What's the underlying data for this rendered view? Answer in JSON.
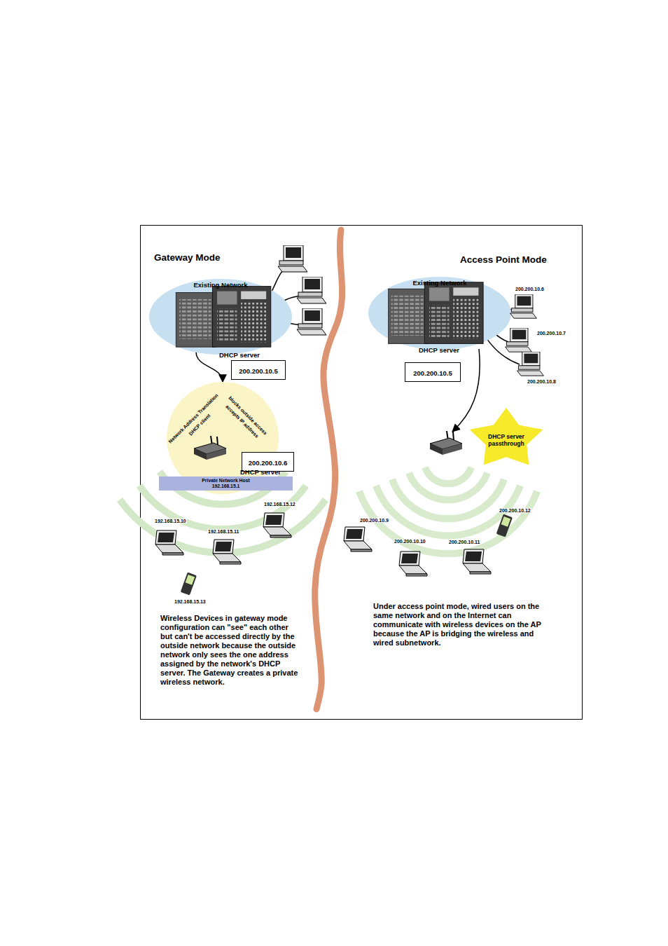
{
  "diagram": {
    "nodes": [
      {
        "text": [
          "Existing Network"
        ]
      },
      {
        "text": [
          "200.200.10.5"
        ]
      },
      {
        "text": [
          "Network Address Translation",
          "DHCP client",
          "blocks outside access",
          "accepts IP address"
        ]
      },
      {
        "text": [
          "200.200.10.6"
        ]
      },
      {
        "text": [
          "Private Network Host",
          "192.168.15.1"
        ]
      },
      {
        "text": [
          "Existing Network"
        ]
      },
      {
        "text": [
          "200.200.10.5"
        ]
      },
      {
        "text": [
          "DHCP server passthrough"
        ]
      }
    ],
    "edges": [
      {
        "from": 0,
        "to": 2,
        "arrow": "to"
      }
    ],
    "labels": [
      "Gateway Mode",
      "DHCP server",
      "DHCP server",
      "192.168.15.12",
      "192.168.15.10",
      "192.168.15.11",
      "192.168.15.13",
      "Wireless Devices in gateway mode configuration can \"see\" each other but can't be accessed directly by the outside network because the outside network only sees the one address assigned by the network's DHCP server. The Gateway creates a private wireless network.",
      "Access Point Mode",
      "200.200.10.6",
      "200.200.10.7",
      "DHCP server",
      "200.200.10.8",
      "200.200.10.12",
      "200.200.10.9",
      "200.200.10.10",
      "200.200.10.11",
      "Under access point mode, wired users on the same network and on the Internet can communicate with wireless devices on the AP because the AP is bridging the wireless and wired subnetwork."
    ]
  }
}
